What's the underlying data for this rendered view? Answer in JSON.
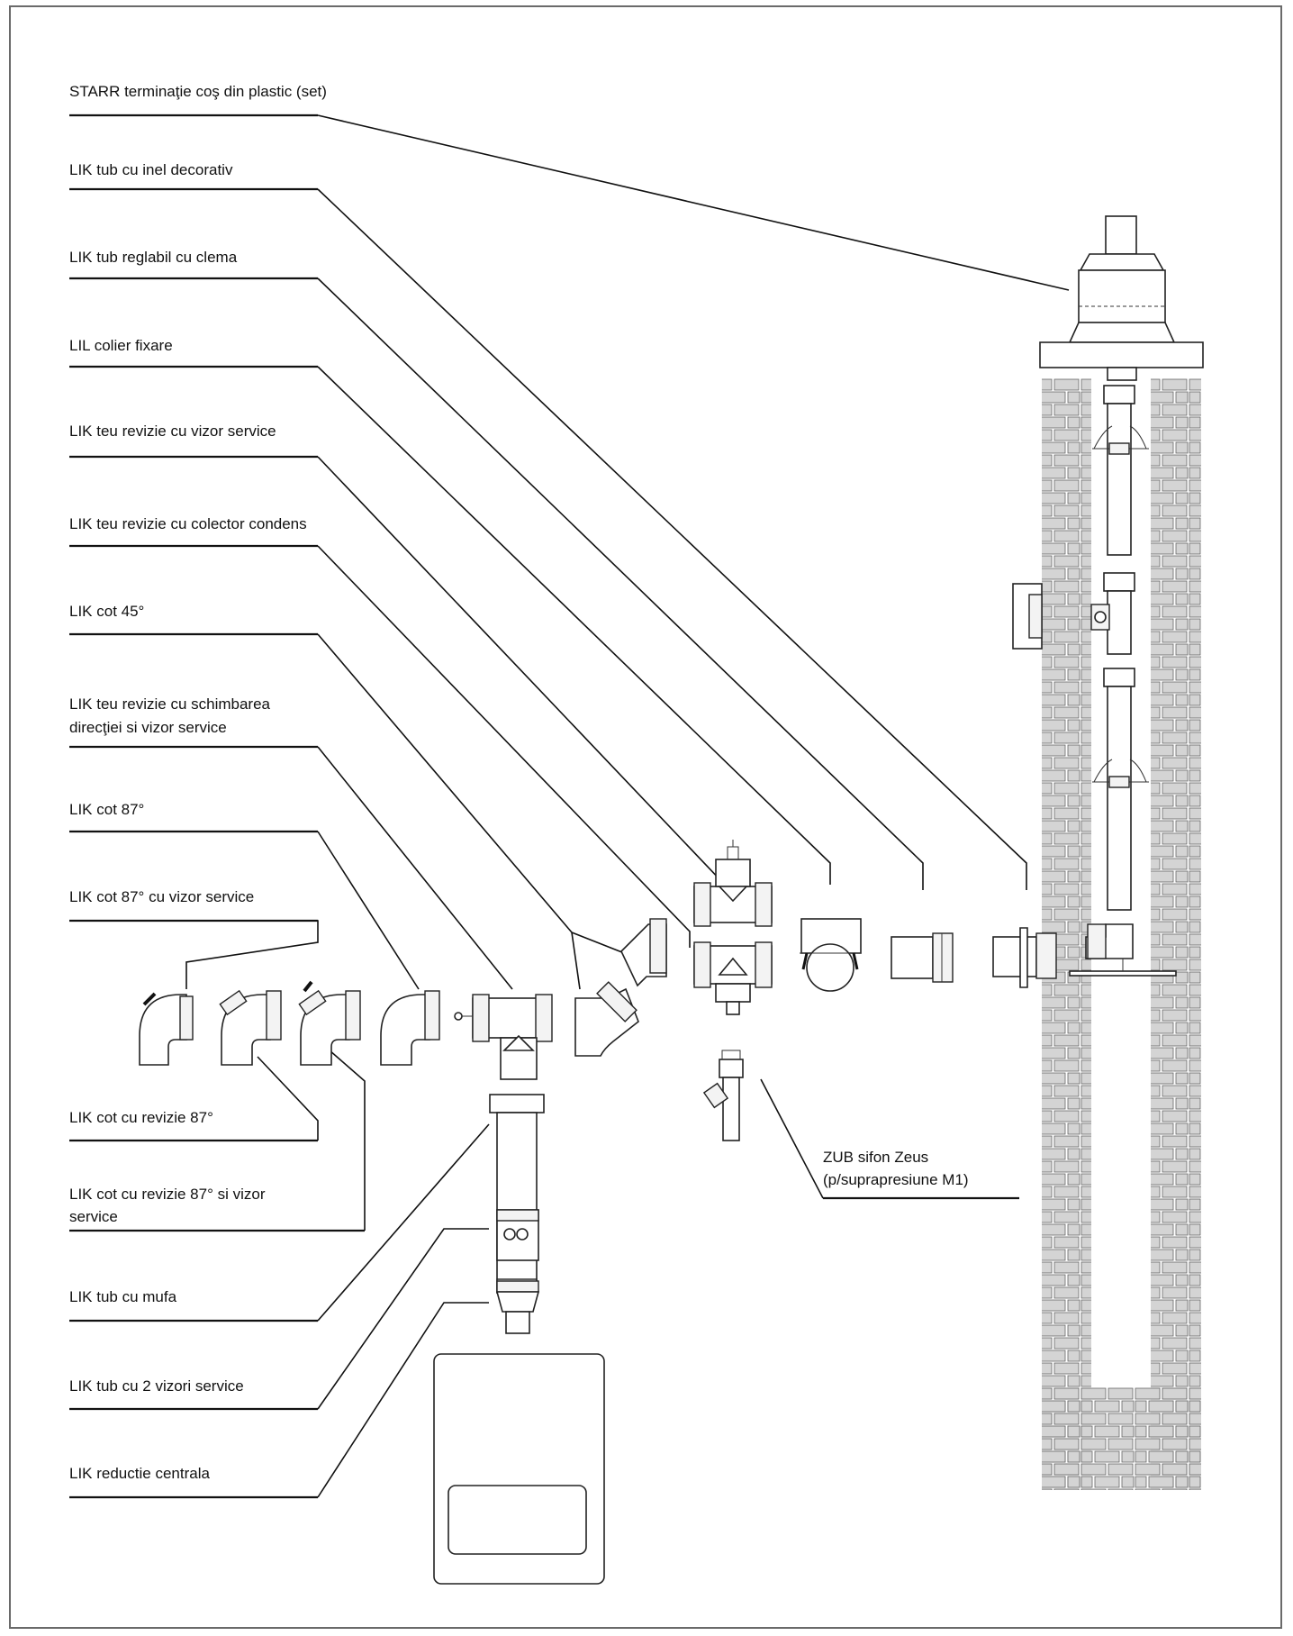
{
  "labels": {
    "starr": "STARR terminaţie coş din plastic (set)",
    "tub_inel": "LIK tub cu inel decorativ",
    "tub_reglabil": "LIK tub reglabil cu clema",
    "colier": "LIL colier fixare",
    "teu_vizor": "LIK teu revizie cu vizor service",
    "teu_colector": "LIK teu revizie cu colector condens",
    "cot45": "LIK cot 45°",
    "teu_schimbare_1": "LIK teu revizie cu schimbarea",
    "teu_schimbare_2": "direcţiei si vizor service",
    "cot87": "LIK cot 87°",
    "cot87_vizor": "LIK cot 87° cu vizor service",
    "cot_revizie": "LIK cot cu revizie 87°",
    "cot_revizie_vizor_1": "LIK cot cu revizie 87° si vizor",
    "cot_revizie_vizor_2": "service",
    "tub_mufa": "LIK tub cu mufa",
    "tub_2vizori": "LIK tub cu 2 vizori service",
    "reductie": "LIK reductie centrala",
    "zub_1": "ZUB sifon Zeus",
    "zub_2": "(p/suprapresiune M1)"
  }
}
